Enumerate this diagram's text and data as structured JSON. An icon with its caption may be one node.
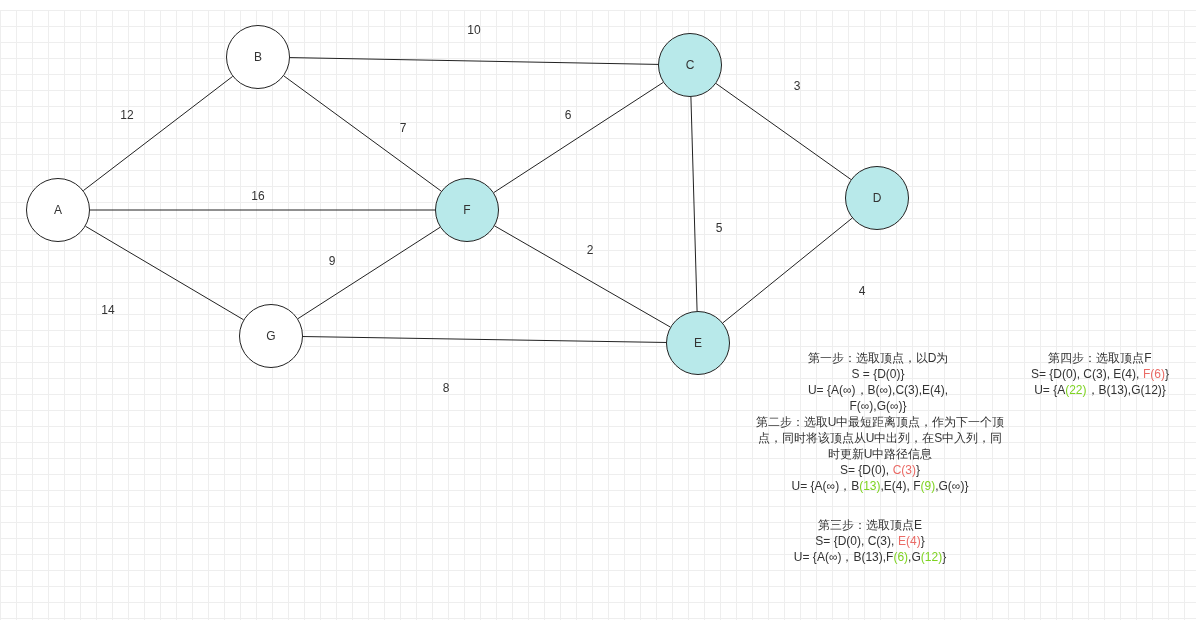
{
  "diagram": {
    "nodes": [
      {
        "text": [
          "A"
        ]
      },
      {
        "text": [
          "B"
        ]
      },
      {
        "text": [
          "C"
        ]
      },
      {
        "text": [
          "D"
        ]
      },
      {
        "text": [
          "E"
        ]
      },
      {
        "text": [
          "F"
        ]
      },
      {
        "text": [
          "G"
        ]
      }
    ],
    "edges": [
      {
        "from": 0,
        "to": 1,
        "arrow": "none",
        "label": "12"
      },
      {
        "from": 1,
        "to": 2,
        "arrow": "none",
        "label": "10"
      },
      {
        "from": 2,
        "to": 3,
        "arrow": "none",
        "label": "3"
      },
      {
        "from": 0,
        "to": 5,
        "arrow": "none",
        "label": "16"
      },
      {
        "from": 1,
        "to": 5,
        "arrow": "none",
        "label": "7"
      },
      {
        "from": 5,
        "to": 2,
        "arrow": "none",
        "label": "6"
      },
      {
        "from": 2,
        "to": 4,
        "arrow": "none",
        "label": "5"
      },
      {
        "from": 3,
        "to": 4,
        "arrow": "none",
        "label": "4"
      },
      {
        "from": 5,
        "to": 4,
        "arrow": "none",
        "label": "2"
      },
      {
        "from": 6,
        "to": 5,
        "arrow": "none",
        "label": "9"
      },
      {
        "from": 0,
        "to": 6,
        "arrow": "none",
        "label": "14"
      },
      {
        "from": 6,
        "to": 4,
        "arrow": "none",
        "label": "8"
      }
    ],
    "labels": [
      "第一步：选取顶点，以D为",
      "S = {D(0)}",
      "U= {A(∞)，B(∞),C(3),E(4), F(∞),G(∞)}",
      "第二步：选取U中最短距离顶点，作为下一个顶点，同时将该顶点从U中出列，在S中入列，同时更新U中路径信息",
      "S= {D(0),",
      "C(3)",
      "}",
      "U= {A(∞)，B",
      "(13)",
      ",E(4), F",
      "(9)",
      ",G(∞)}",
      "第三步：选取顶点E",
      "S= {D(0), C(3),",
      "E(4)",
      "}",
      "U= {A(∞)，B(13),F",
      "(6)",
      ",G",
      "(12)",
      "}",
      "第四步：选取顶点F",
      "S= {D(0), C(3), E(4),",
      "F(6)",
      "}",
      "U= {A",
      "(22)",
      "，B(13),G(12)}"
    ]
  }
}
